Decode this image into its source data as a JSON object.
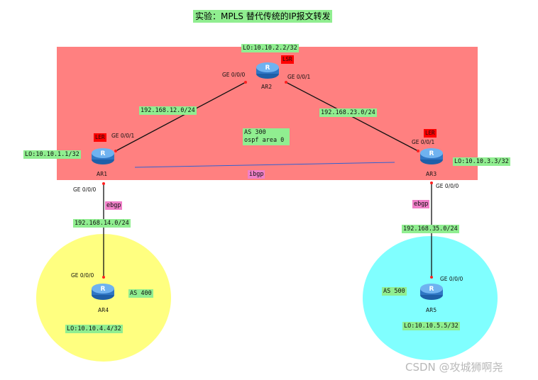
{
  "title": "实验：MPLS 替代传统的IP报文转发",
  "zones": {
    "as300_label_line1": "AS 300",
    "as300_label_line2": "ospf area 0",
    "as400_label": "AS 400",
    "as500_label": "AS 500"
  },
  "routers": {
    "ar1": {
      "name": "AR1",
      "role": "LER",
      "loopback": "LO:10.10.1.1/32"
    },
    "ar2": {
      "name": "AR2",
      "role": "LSR",
      "loopback": "LO:10.10.2.2/32"
    },
    "ar3": {
      "name": "AR3",
      "role": "LER",
      "loopback": "LO:10.10.3.3/32"
    },
    "ar4": {
      "name": "AR4",
      "loopback": "LO:10.10.4.4/32"
    },
    "ar5": {
      "name": "AR5",
      "loopback": "LO:10.10.5.5/32"
    }
  },
  "ports": {
    "ar2_left": "GE 0/0/0",
    "ar2_right": "GE 0/0/1",
    "ar1_top": "GE 0/0/1",
    "ar1_bottom": "GE 0/0/0",
    "ar3_top": "GE 0/0/1",
    "ar3_bottom": "GE 0/0/0",
    "ar4_top": "GE 0/0/0",
    "ar5_top": "GE 0/0/0"
  },
  "links": {
    "ar1_ar2": "192.168.12.0/24",
    "ar2_ar3": "192.168.23.0/24",
    "ar1_ar4": "192.168.14.0/24",
    "ar3_ar5": "192.168.35.0/24",
    "ibgp": "ibgp",
    "ebgp_left": "ebgp",
    "ebgp_right": "ebgp"
  },
  "colors": {
    "as300_zone": "#ff8080",
    "as400_zone": "#ffff80",
    "as500_zone": "#80ffff",
    "label_bg": "#90ee90",
    "role_tag": "#ff0000",
    "bgp_tag": "#f080c8",
    "router_icon": "#3f8fd8"
  },
  "watermark": "CSDN @攻城狮啊尧"
}
